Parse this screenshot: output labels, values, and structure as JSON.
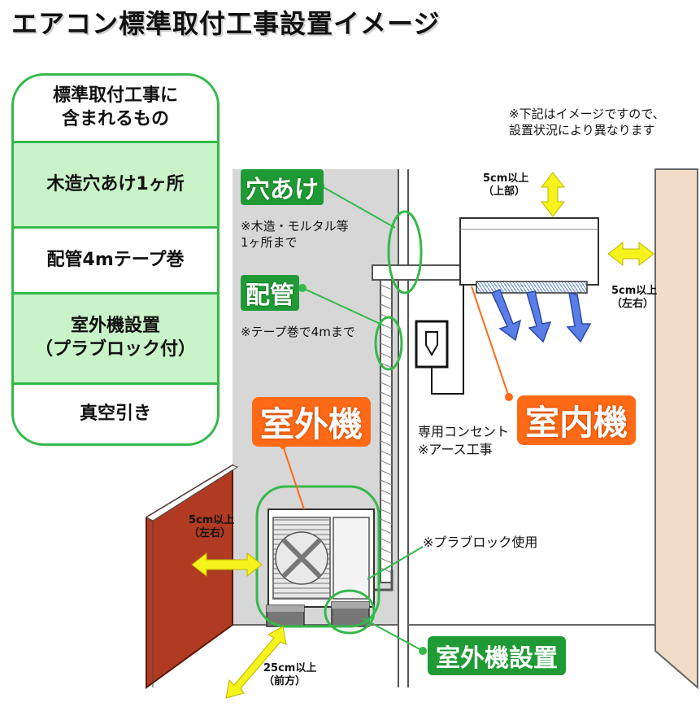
{
  "title": "エアコン標準取付工事設置イメージ",
  "left_list": {
    "header": "標準取付工事に\n含まれるもの",
    "items": [
      "木造穴あけ1ヶ所",
      "配管4mテープ巻",
      "室外機設置\n（プラブロック付）",
      "真空引き"
    ]
  },
  "disclaimer": "※下記はイメージですので、\n設置状況により異なります",
  "labels": {
    "hole": "穴あけ",
    "hole_note": "※木造・モルタル等\n1ヶ所まで",
    "piping": "配管",
    "piping_note": "※テープ巻で4mまで",
    "outdoor_unit": "室外機",
    "indoor_unit": "室内機",
    "outlet_note": "専用コンセント\n※アース工事",
    "block_note": "※プラブロック使用",
    "outdoor_install": "室外機設置"
  },
  "clearances": {
    "top": "5cm以上\n（上部）",
    "indoor_side": "5cm以上\n（左右）",
    "outdoor_side": "5cm以上\n（左右）",
    "front": "25cm以上\n（前方）"
  },
  "colors": {
    "green": "#35b94a",
    "dark_green": "#1f9a34",
    "orange": "#ff6a17",
    "yellow": "#f6f21c",
    "blue": "#5a7ee6",
    "wall_red": "#b13a22",
    "wall_gray": "#d9d9d9",
    "wall_beige": "#f0dcc8"
  }
}
